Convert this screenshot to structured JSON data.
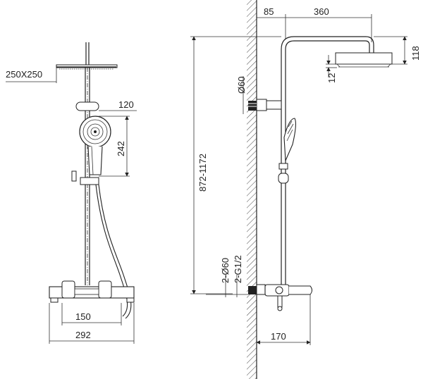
{
  "front_view": {
    "head_size_label": "250X250",
    "handshower_offset_label": "120",
    "handshower_height_label": "242",
    "valve_inner_width_label": "150",
    "valve_outer_width_label": "292"
  },
  "side_view": {
    "wall_offset_label": "85",
    "arm_length_label": "360",
    "head_drop_label": "118",
    "head_thickness_label": "12",
    "rail_diameter_label": "Ø60",
    "height_range_label": "872-1172",
    "inlet_spacing_label": "2-Ø60",
    "inlet_thread_label": "2-G1/2",
    "valve_depth_label": "170"
  }
}
